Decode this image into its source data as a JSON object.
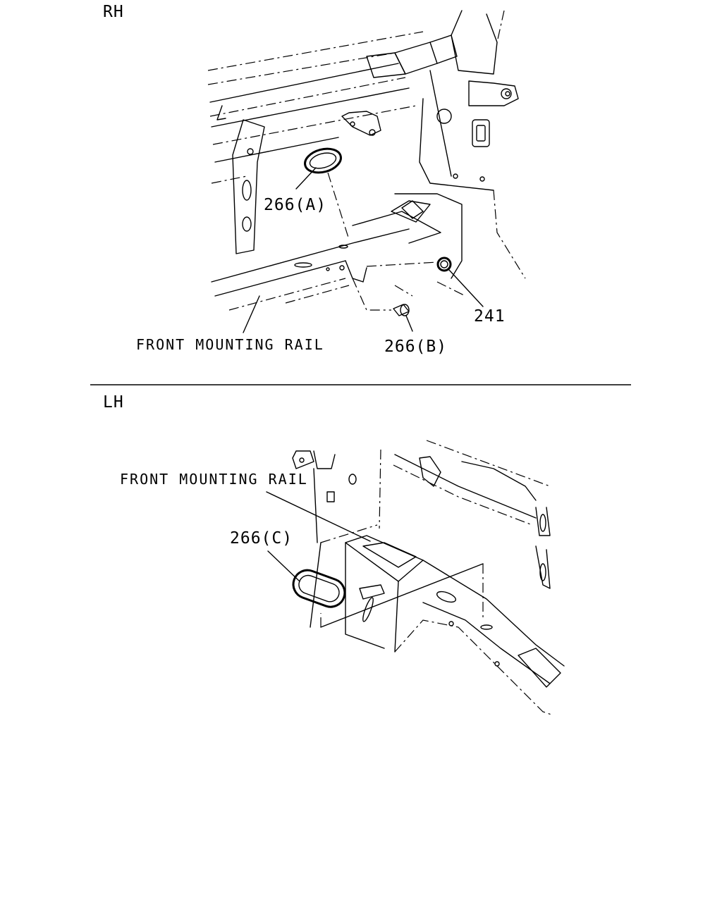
{
  "sections": [
    {
      "side": "RH",
      "callouts": {
        "part_a": "266(A)",
        "part_241": "241",
        "part_b": "266(B)",
        "rail": "FRONT MOUNTING RAIL"
      }
    },
    {
      "side": "LH",
      "callouts": {
        "rail": "FRONT MOUNTING RAIL",
        "part_c": "266(C)"
      }
    }
  ]
}
